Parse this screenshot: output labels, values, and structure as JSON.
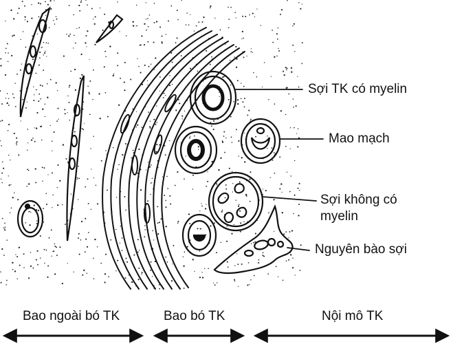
{
  "labels": {
    "myelinated": "Sợi TK có myelin",
    "capillary": "Mao mạch",
    "unmyelinated_1": "Sợi không có",
    "unmyelinated_2": "myelin",
    "fibroblast": "Nguyên bào sợi"
  },
  "regions": {
    "epineurium": "Bao ngoài bó TK",
    "perineurium": "Bao bó TK",
    "endoneurium": "Nội mô TK"
  },
  "colors": {
    "ink": "#111111",
    "paper": "#ffffff"
  }
}
